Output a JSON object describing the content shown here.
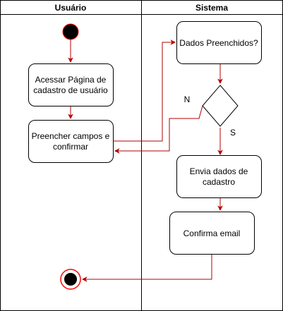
{
  "lanes": {
    "left_title": "Usuário",
    "right_title": "Sistema"
  },
  "nodes": {
    "access_page": [
      "Acessar Página de",
      "cadastro de usuário"
    ],
    "fill_fields": [
      "Preencher campos e",
      "confirmar"
    ],
    "data_filled": [
      "Dados Preenchidos?"
    ],
    "send_data": [
      "Envia dados de",
      "cadastro"
    ],
    "confirm_email": [
      "Confirma email"
    ]
  },
  "branches": {
    "no": "N",
    "yes": "S"
  },
  "colors": {
    "connector": "#b20000",
    "border": "#000000",
    "fill": "#ffffff"
  }
}
